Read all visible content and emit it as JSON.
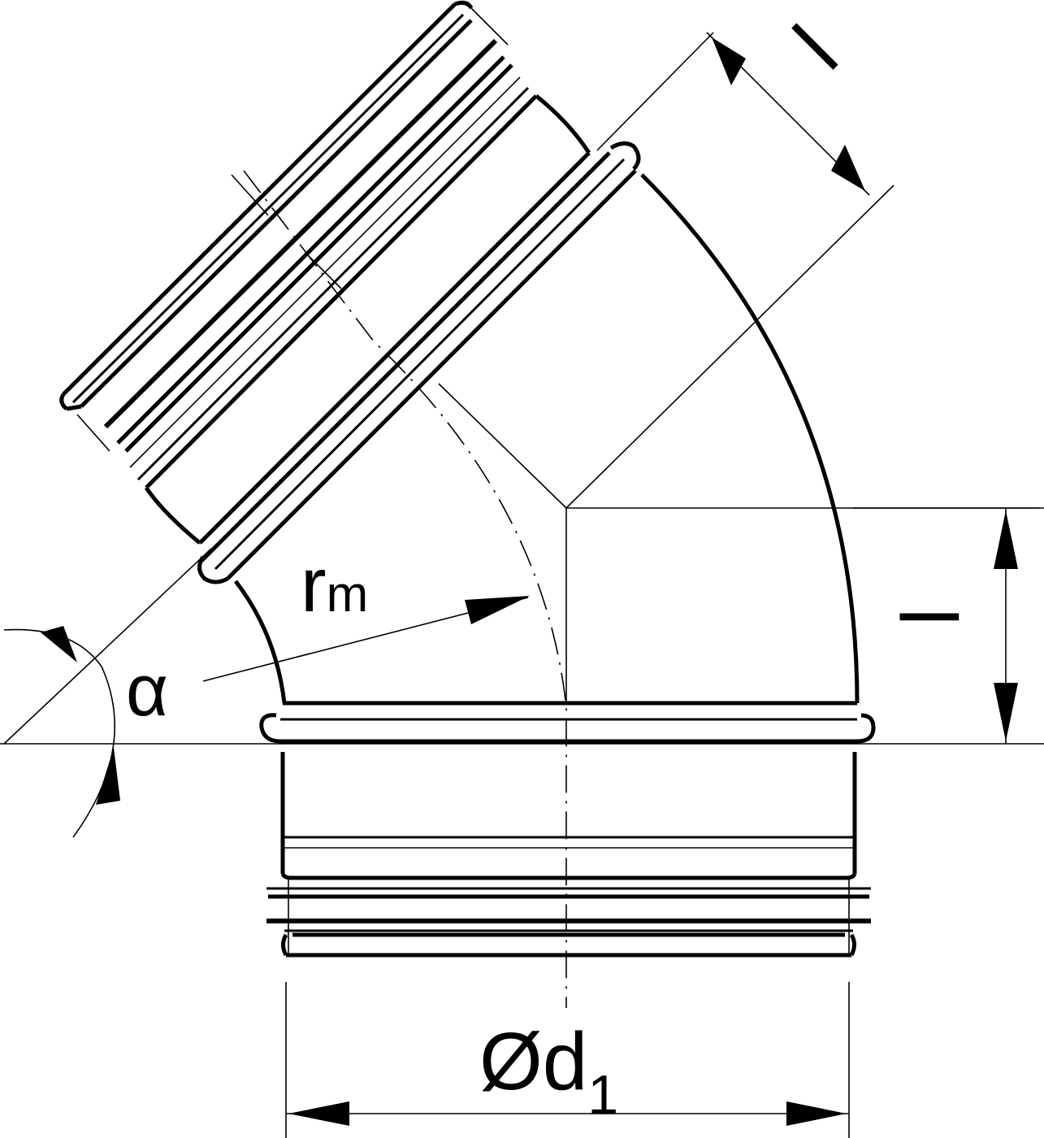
{
  "labels": {
    "length_top": "l",
    "length_right": "l",
    "radius_main": "r",
    "radius_sub": "m",
    "angle": "α",
    "diameter_main": "Ød",
    "diameter_sub": "1"
  }
}
